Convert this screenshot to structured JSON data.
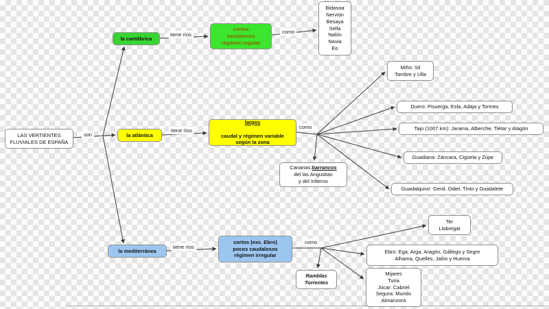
{
  "colors": {
    "green_node": "#38d431",
    "green_desc": "#3ce52e",
    "green_desc_text": "#8a6200",
    "yellow": "#ffff00",
    "blue": "#9cc6ef",
    "line": "#3c3c3c",
    "box_border": "#8f8f8f",
    "checker_light": "#fcfcfc",
    "checker_dark": "#e5e5e5"
  },
  "root": {
    "label": "LAS VERTIENTES\nFLUVIALES DE ESPAÑA"
  },
  "links": {
    "son": "son",
    "tiene_rios": "tiene ríos",
    "como": "como"
  },
  "cantabrica": {
    "label": "la cantábrica",
    "desc": "cortos\ncaudaiosos\nrégimen regular",
    "rivers": "Bidasoa\nNervión\nBesaya\nSella\nNalón\nNavia\nEo"
  },
  "atlantica": {
    "label": "la atlántica",
    "desc_line1": "largos",
    "desc_rest": "caudal y régimen variable\nsegún la zona",
    "rivers": [
      "Miño: Sil\nTambre y Ulla",
      "Duero: Pisuerga, Esla, Adaja y Tormes",
      "Tajo (1007 km): Jarama, Alberche, Tiétar y Alagón",
      "Guadiana: Záncara, Cigüela y Zújar",
      "Guadalquivir: Genil, Odiel, Tinto y Guadalete"
    ],
    "canarias": {
      "prefix": "Canarias:",
      "highlight": "barrancos",
      "rest": "del las Angustias\ny del Infierno"
    }
  },
  "mediterranea": {
    "label": "la mediterránea",
    "desc": "cortos (exc. Ebro)\npocos caudalosos\nrégimen irregular",
    "rivers": [
      "Ter\nLlobregat",
      "Ebro: Ega, Arga, Aragón, Gállego y Segre\nAlhama, Quelles, Jalón y Huerva",
      "Mijares\nTuria\nJúcar: Cabriel\nSegura: Mundo\nAlmanzora"
    ],
    "ramblas": "Ramblas\nTorrentes"
  }
}
